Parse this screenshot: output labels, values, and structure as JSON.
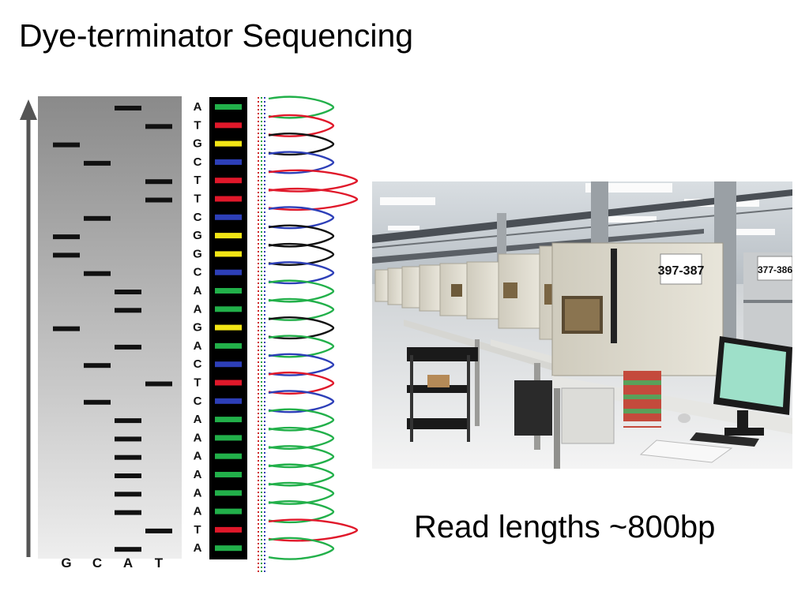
{
  "title": "Dye-terminator Sequencing",
  "caption": "Read lengths ~800bp",
  "sequence": [
    "A",
    "T",
    "G",
    "C",
    "T",
    "T",
    "C",
    "G",
    "G",
    "C",
    "A",
    "A",
    "G",
    "A",
    "C",
    "T",
    "C",
    "A",
    "A",
    "A",
    "A",
    "A",
    "A",
    "T",
    "A"
  ],
  "lanes": [
    "G",
    "C",
    "A",
    "T"
  ],
  "colors": {
    "A": "#22b04a",
    "T": "#e0182a",
    "G": "#f2e515",
    "C": "#2d3fb8",
    "trace_G": "#111111"
  },
  "photo": {
    "sign_main": "397-387",
    "sign_far": "377-386"
  }
}
